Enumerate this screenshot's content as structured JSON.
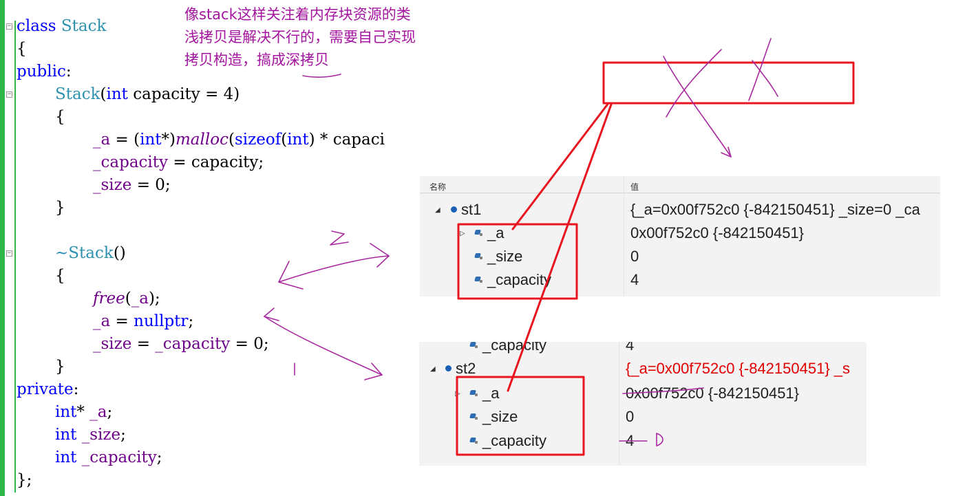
{
  "editor": {
    "lines": [
      [
        "class",
        " Stack"
      ],
      [
        "{"
      ],
      [
        "public",
        ":"
      ],
      [
        "Stack",
        "(",
        "int",
        " capacity = 4)"
      ],
      [
        "{"
      ],
      [
        "_a",
        " = (",
        "int",
        "*)",
        "malloc",
        "(",
        "sizeof",
        "(",
        "int",
        ") * capaci"
      ],
      [
        "_capacity",
        " = capacity;"
      ],
      [
        "_size",
        " = 0;"
      ],
      [
        "}"
      ],
      [
        "~Stack",
        "()"
      ],
      [
        "{"
      ],
      [
        "free",
        "(",
        "_a",
        ");"
      ],
      [
        "_a",
        " = ",
        "nullptr",
        ";"
      ],
      [
        "_size",
        " = ",
        "_capacity",
        " = 0;"
      ],
      [
        "}"
      ],
      [
        "private",
        ":"
      ],
      [
        "int",
        "* ",
        "_a",
        ";"
      ],
      [
        "int",
        " ",
        "_size",
        ";"
      ],
      [
        "int",
        " ",
        "_capacity",
        ";"
      ],
      [
        "};"
      ]
    ]
  },
  "note": {
    "line1": "像stack这样关注着内存块资源的类",
    "line2": "浅拷贝是解决不行的，需要自己实现",
    "line3": "拷贝构造，搞成深拷贝"
  },
  "watch1": {
    "header_name": "名称",
    "header_value": "值",
    "rows": [
      {
        "name": "st1",
        "value": "{_a=0x00f752c0 {-842150451} _size=0 _ca"
      },
      {
        "name": "_a",
        "value": "0x00f752c0 {-842150451}"
      },
      {
        "name": "_size",
        "value": "0"
      },
      {
        "name": "_capacity",
        "value": "4"
      }
    ]
  },
  "watch2": {
    "rows": [
      {
        "name": "_capacity",
        "value": "4"
      },
      {
        "name": "st2",
        "value": "{_a=0x00f752c0 {-842150451} _s"
      },
      {
        "name": "_a",
        "value": "0x00f752c0 {-842150451}"
      },
      {
        "name": "_size",
        "value": "0"
      },
      {
        "name": "_capacity",
        "value": "4"
      }
    ]
  },
  "colors": {
    "keyword": "#0000ff",
    "type": "#2b91af",
    "member": "#6f008a",
    "note": "#a3159f",
    "highlight_box": "#e8141f",
    "changed_value": "#e00000"
  }
}
